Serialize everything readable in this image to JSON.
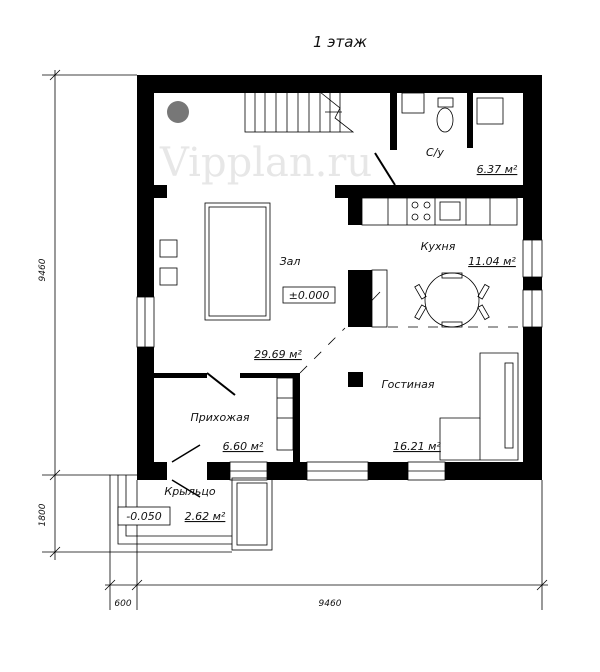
{
  "title": "1 этаж",
  "watermark": "Vipplan.ru",
  "rooms": {
    "hall": {
      "name": "Зал",
      "area": "29.69 м²"
    },
    "kitchen": {
      "name": "Кухня",
      "area": "11.04 м²"
    },
    "bathroom": {
      "name": "С/у",
      "area": "6.37 м²"
    },
    "living": {
      "name": "Гостиная",
      "area": "16.21 м²"
    },
    "entry": {
      "name": "Прихожая",
      "area": "6.60 м²"
    },
    "porch": {
      "name": "Крыльцо",
      "area": "2.62 м²"
    }
  },
  "levels": {
    "floor": "±0.000",
    "porch": "-0.050"
  },
  "dimensions": {
    "left_main": "9460",
    "left_porch": "1800",
    "bottom_porch": "600",
    "bottom_main": "9460"
  }
}
